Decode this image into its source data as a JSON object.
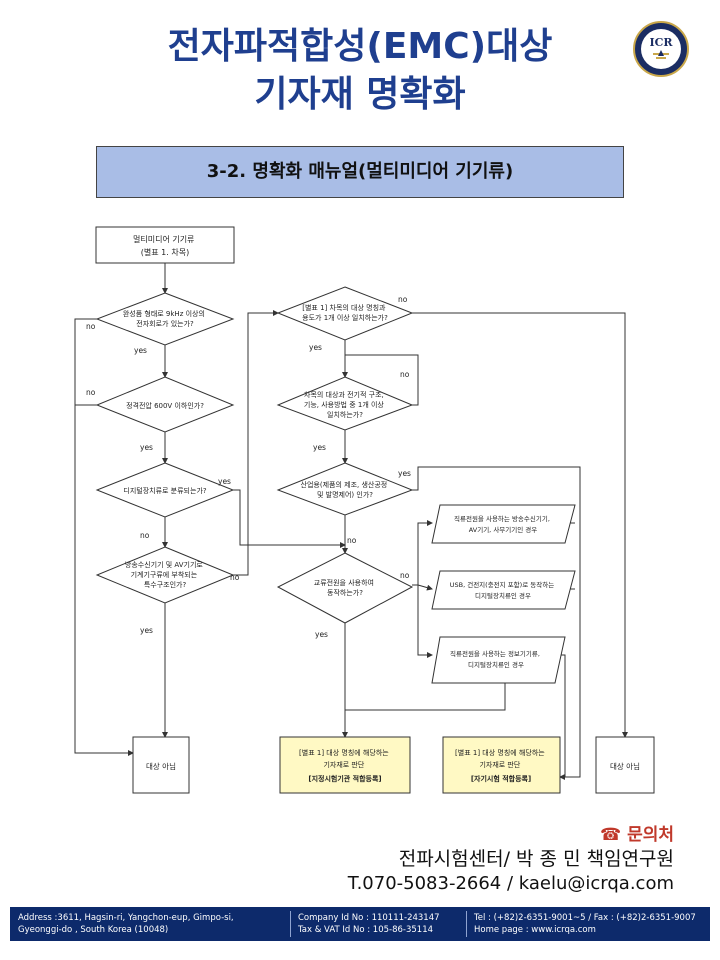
{
  "header": {
    "title_line1": "전자파적합성(EMC)대상",
    "title_line2": "기자재 명확화",
    "subtitle": "3-2. 명확화 매뉴얼(멀티미디어 기기류)",
    "logo_text": "ICR"
  },
  "flowchart": {
    "start": [
      "멀티미디어 기기류",
      "(별표 1. 차목)"
    ],
    "d1": [
      "완성품 형태로 9kHz 이상의",
      "전자회로가 있는가?"
    ],
    "d2": [
      "정격전압 600V 이하인가?"
    ],
    "d3": [
      "디지털장치류로 분류되는가?"
    ],
    "d4": [
      "방송수신기기 및 AV기기로",
      "기계기구류에 부착되는",
      "특수구조인가?"
    ],
    "d5": [
      "[별표 1] 차목의 대상 명칭과",
      "용도가 1개 이상 일치하는가?"
    ],
    "d6": [
      "차목의 대상과 전기적 구조,",
      "기능, 사용방법 중 1개 이상",
      "일치하는가?"
    ],
    "d7": [
      "산업용(제품의 제조, 생산공정",
      "및 발명제어) 인가?"
    ],
    "d8": [
      "교류전원을 사용하여",
      "동작하는가?"
    ],
    "p1": [
      "직류전원을 사용하는 방송수신기기,",
      "AV기기, 사무기기인 경우"
    ],
    "p2": [
      "USB, 건전지(충전지 포함)로 동작하는",
      "디지털장치류인 경우"
    ],
    "p3": [
      "직류전원을 사용하는 정보기기류,",
      "디지털장치류인 경우"
    ],
    "r1": [
      "대상 아님"
    ],
    "r2": [
      "[별표 1] 대상 명칭에 해당하는",
      "기자재로 판단",
      "[지정시험기관 적합등록]"
    ],
    "r3": [
      "[별표 1] 대상 명칭에 해당하는",
      "기자재로 판단",
      "[자기시험 적합등록]"
    ],
    "r4": [
      "대상 아님"
    ],
    "labels": {
      "yes": "yes",
      "no": "no"
    }
  },
  "contact": {
    "title": "문의처",
    "line1": "전파시험센터/ 박 종 민 책임연구원",
    "line2": "T.070-5083-2664 / kaelu@icrqa.com"
  },
  "footer": {
    "address1": "Address :3611, Hagsin-ri, Yangchon-eup, Gimpo-si,",
    "address2": "Gyeonggi-do , South Korea (10048)",
    "company1": "Company Id No : 110111-243147",
    "company2": "Tax & VAT Id No : 105-86-35114",
    "tel": "Tel : (+82)2-6351-9001~5 / Fax : (+82)2-6351-9007",
    "home": "Home page : www.icrqa.com"
  },
  "colors": {
    "title": "#1f3f8f",
    "subtitle_bg": "#a9bde6",
    "footer_bg": "#0d2a6b",
    "contact_title": "#c0392b",
    "result_box": "#fff9c4"
  }
}
